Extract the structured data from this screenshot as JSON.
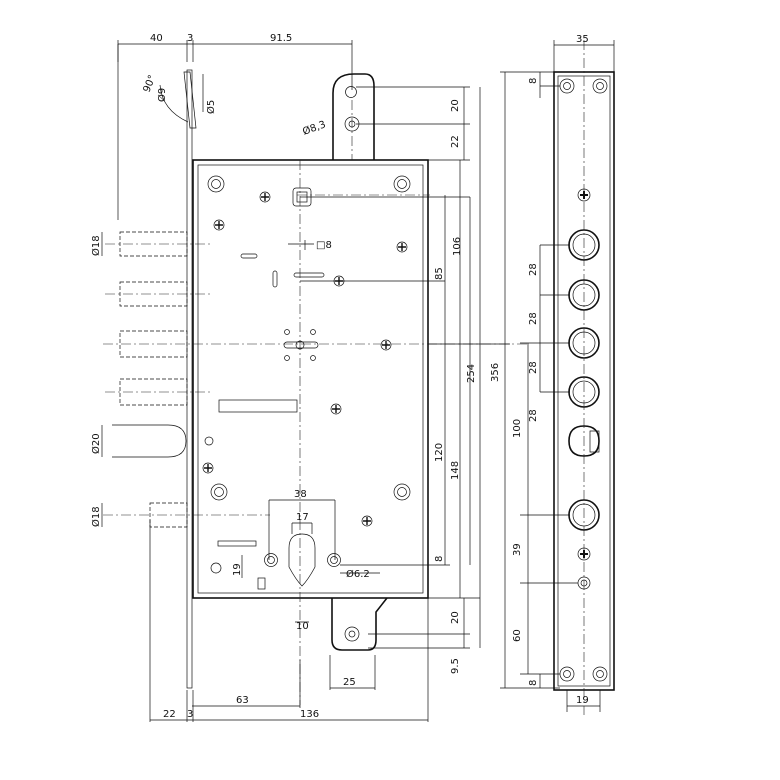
{
  "dimensions": {
    "d_40": "40",
    "d_3_top": "3",
    "d_91_5": "91.5",
    "d_90deg": "90°",
    "d_phi9": "Ø9",
    "d_phi5": "Ø5",
    "d_20_top": "20",
    "d_phi8_3": "Ø8,3",
    "d_22_right": "22",
    "d_sq8": "8",
    "d_106": "106",
    "d_85": "85",
    "d_254": "254",
    "d_356": "356",
    "d_120": "120",
    "d_148": "148",
    "d_8_cyl": "8",
    "d_20_bot": "20",
    "d_9_5": "9.5",
    "d_phi18_top": "Ø18",
    "d_phi20": "Ø20",
    "d_phi18_bot": "Ø18",
    "d_38": "38",
    "d_17": "17",
    "d_19": "19",
    "d_phi6_2": "Ø6.2",
    "d_10": "10",
    "d_25": "25",
    "d_63": "63",
    "d_22_bottom": "22",
    "d_3_bottom": "3",
    "d_136": "136",
    "d_35": "35",
    "d_8_fp_top": "8",
    "d_28_a": "28",
    "d_28_b": "28",
    "d_28_c": "28",
    "d_28_d": "28",
    "d_100": "100",
    "d_39": "39",
    "d_60": "60",
    "d_8_fp_bot": "8",
    "d_19_fp": "19"
  }
}
